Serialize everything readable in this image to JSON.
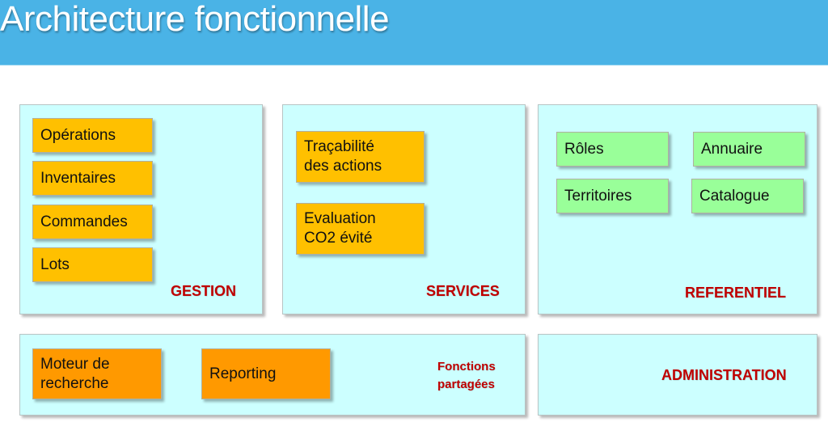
{
  "header": {
    "title": "Architecture fonctionnelle"
  },
  "colors": {
    "header_bg": "#4ab3e6",
    "panel_bg": "#ccffff",
    "box_yellow": "#ffc000",
    "box_orange": "#ff9900",
    "box_green": "#99ff99",
    "label_red": "#c00000"
  },
  "panels": {
    "gestion": {
      "label": "GESTION",
      "items": [
        "Opérations",
        "Inventaires",
        "Commandes",
        "Lots"
      ]
    },
    "services": {
      "label": "SERVICES",
      "items": [
        "Traçabilité\ndes actions",
        "Evaluation\nCO2 évité"
      ]
    },
    "referentiel": {
      "label": "REFERENTIEL",
      "items": [
        "Rôles",
        "Annuaire",
        "Territoires",
        "Catalogue"
      ]
    },
    "fonctions_partagees": {
      "label": "Fonctions\npartagées",
      "items": [
        "Moteur de\nrecherche",
        "Reporting"
      ]
    },
    "administration": {
      "label": "ADMINISTRATION",
      "items": []
    }
  }
}
